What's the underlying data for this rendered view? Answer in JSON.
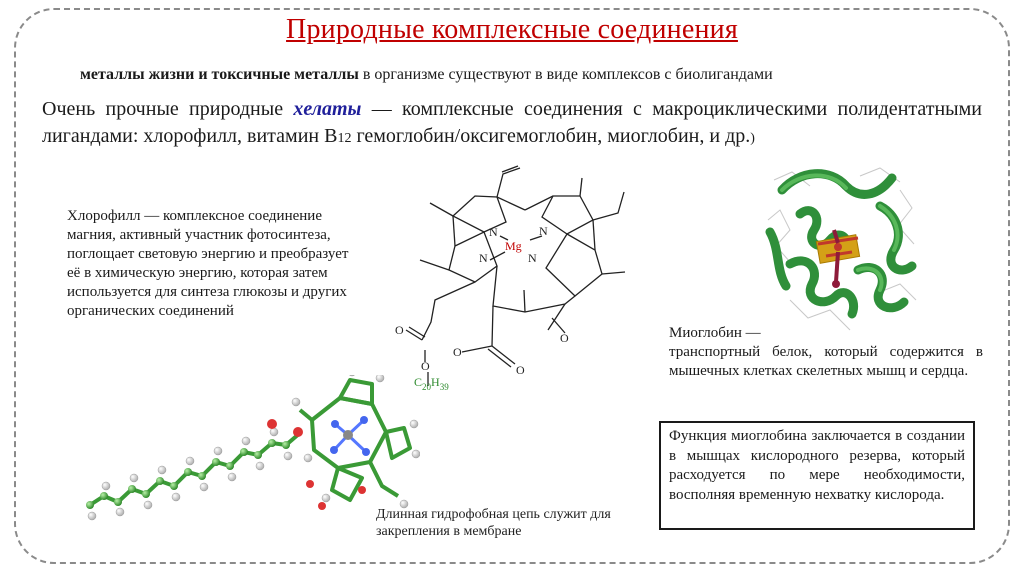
{
  "slide": {
    "title": "Природные комплексные соединения",
    "intro_bold": "металлы жизни и  токсичные металлы",
    "intro_rest": " в организме существуют в виде комплексов  с биолигандами",
    "chelates_lead": "Очень прочные природные ",
    "chelates_word": "хелаты",
    "chelates_text": " — комплексные соединения с макроциклическими полидентатными лигандами: хлорофилл, витамин В",
    "b12_sub": "12",
    "chelates_tail": " гемоглобин/оксигемоглобин, миоглобин, и др.",
    "chelates_close": ")",
    "chlorophyll_text": "Хлорофилл — комплексное соединение магния, активный участник фотосинтеза, поглощает световую энергию и преобразует её в химическую энергию, которая затем используется для синтеза глюкозы и других органических соединений",
    "myoglobin_line1": "Миоглобин —",
    "myoglobin_text": "транспортный белок, который содержится в мышечных клетках скелетных мышц и сердца.",
    "myoglobin_function": "Функция миоглобина заключается в создании в мышцах кислородного резерва, который расходуется по мере необходимости, восполняя временную нехватку кислорода.",
    "membrane_text": "Длинная гидрофобная цепь служит для закрепления в мембране"
  },
  "structure": {
    "metal": "Mg",
    "n_labels": [
      "N",
      "N",
      "N",
      "N"
    ],
    "o_labels": [
      "O",
      "O",
      "O",
      "O",
      "O"
    ],
    "tail_C": "C",
    "tail_sub1": "20",
    "tail_H": "H",
    "tail_sub2": "39"
  }
}
